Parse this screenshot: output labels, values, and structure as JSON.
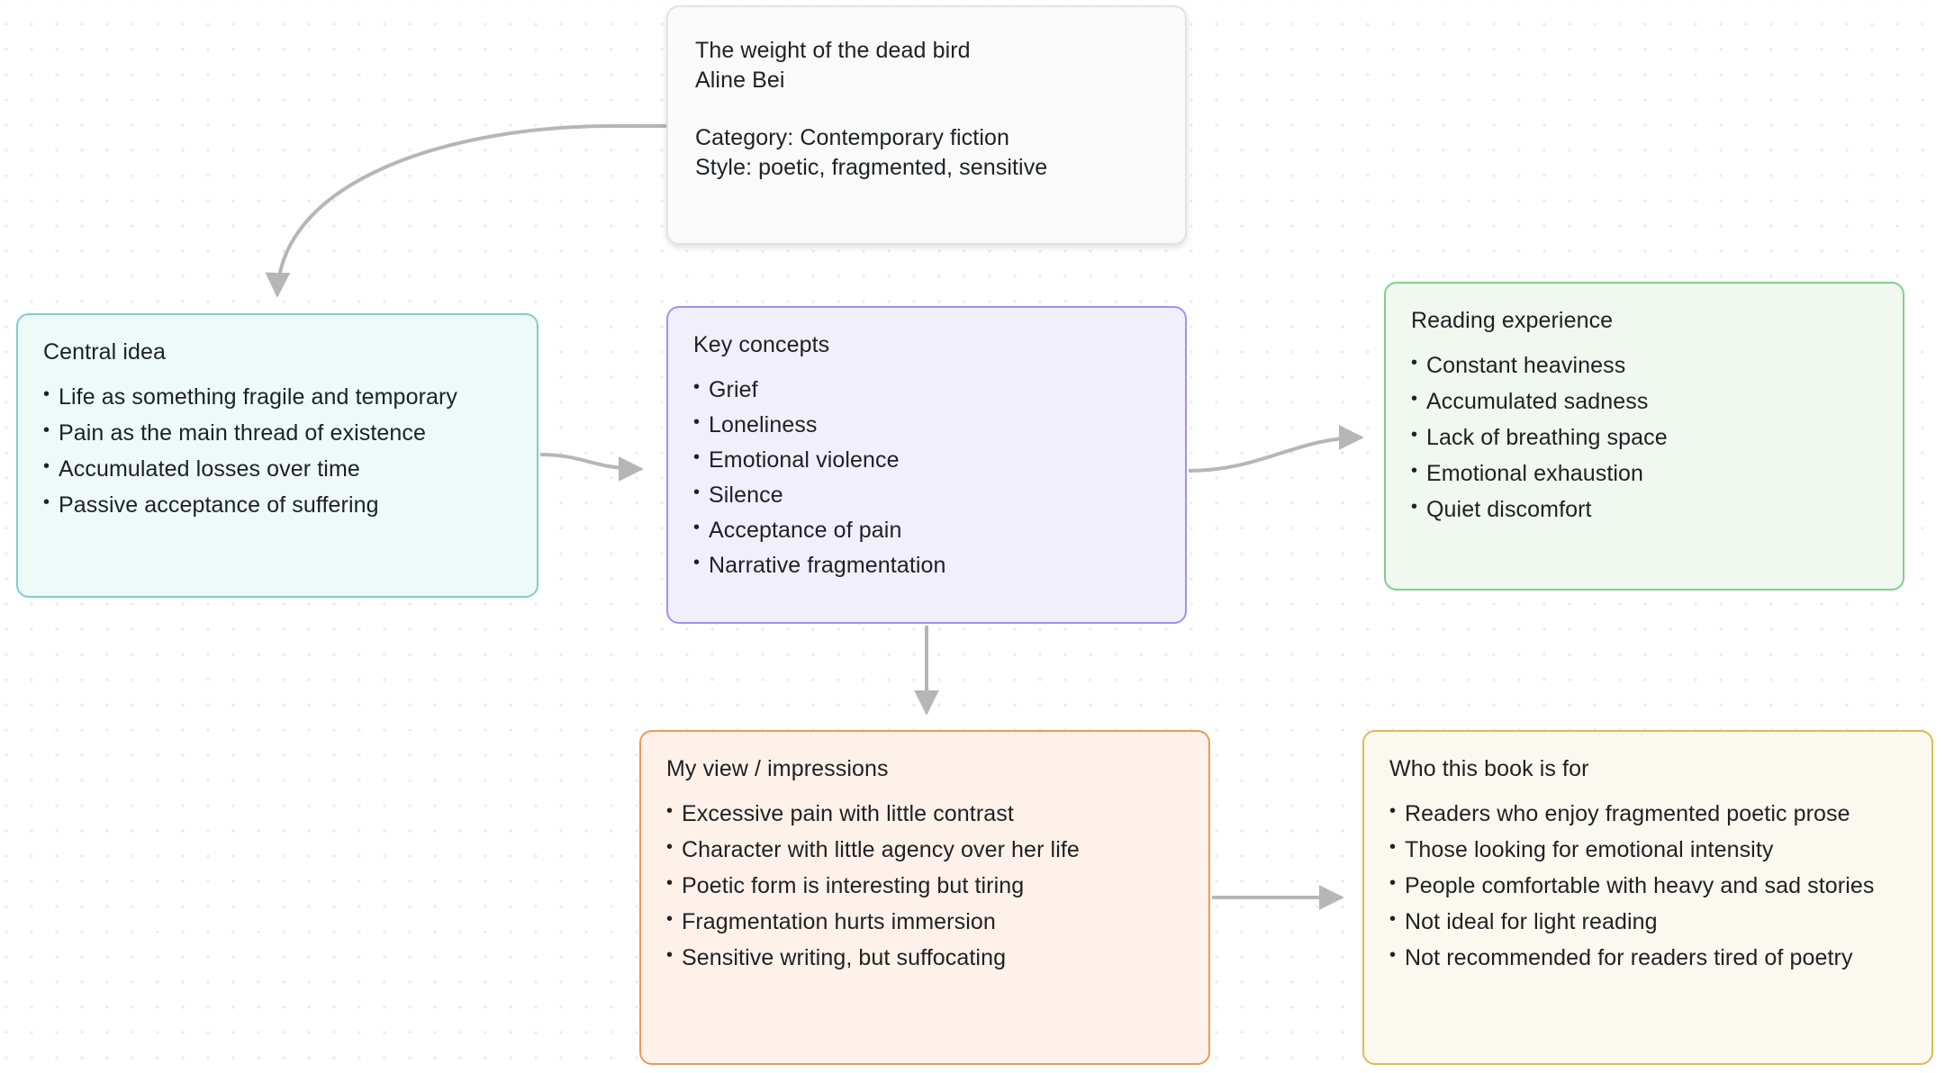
{
  "canvas": {
    "background": "#ffffff",
    "grid_dot_color": "#e9e9e9",
    "edge_color": "#b6b6b6"
  },
  "title_card": {
    "book_title": "The weight of the dead bird",
    "author": "Aline Bei",
    "category": "Category: Contemporary fiction",
    "style": "Style: poetic, fragmented, sensitive",
    "border_color": "#e3e3e3",
    "fill_color": "#fafafa"
  },
  "nodes": [
    {
      "id": "central-idea",
      "title": "Central idea",
      "border_color": "#7fcdc8",
      "fill_color": "#edfaf8",
      "items": [
        "Life as something fragile and temporary",
        "Pain as the main thread of existence",
        "Accumulated losses over time",
        "Passive acceptance of suffering"
      ]
    },
    {
      "id": "key-concepts",
      "title": "Key concepts",
      "border_color": "#a98df0",
      "fill_color": "#f2effd",
      "items": [
        "Grief",
        "Loneliness",
        "Emotional violence",
        "Silence",
        "Acceptance of pain",
        "Narrative fragmentation"
      ]
    },
    {
      "id": "reading-experience",
      "title": "Reading experience",
      "border_color": "#7ed08a",
      "fill_color": "#f0f8f0",
      "items": [
        "Constant heaviness",
        "Accumulated sadness",
        "Lack of breathing space",
        "Emotional exhaustion",
        "Quiet discomfort"
      ]
    },
    {
      "id": "my-view",
      "title": "My view / impressions",
      "border_color": "#e89a5c",
      "fill_color": "#fdf1ea",
      "items": [
        "Excessive pain with little contrast",
        "Character with little agency over her life",
        "Poetic form is interesting but tiring",
        "Fragmentation hurts immersion",
        "Sensitive writing, but suffocating"
      ]
    },
    {
      "id": "audience",
      "title": "Who this book is for",
      "border_color": "#e0b955",
      "fill_color": "#fbf8ef",
      "items": [
        "Readers who enjoy fragmented poetic prose",
        "Those looking for emotional intensity",
        "People comfortable with heavy and sad stories",
        "Not ideal for light reading",
        "Not recommended for readers tired of poetry"
      ]
    }
  ],
  "edges": [
    {
      "id": "title-to-central-idea",
      "from": "title-card",
      "to": "central-idea"
    },
    {
      "id": "central-idea-to-key-concepts",
      "from": "central-idea",
      "to": "key-concepts"
    },
    {
      "id": "key-concepts-to-reading-experience",
      "from": "key-concepts",
      "to": "reading-experience"
    },
    {
      "id": "key-concepts-to-my-view",
      "from": "key-concepts",
      "to": "my-view"
    },
    {
      "id": "my-view-to-audience",
      "from": "my-view",
      "to": "audience"
    }
  ]
}
